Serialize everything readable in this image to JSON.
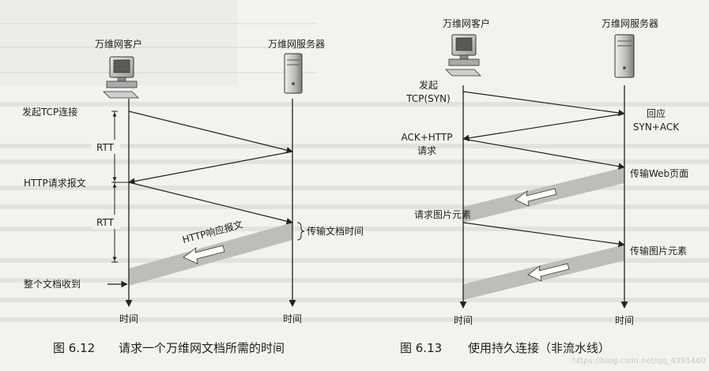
{
  "fig12": {
    "client_label": "万维网客户",
    "server_label": "万维网服务器",
    "tcp_label": "发起TCP连接",
    "rtt1": "RTT",
    "http_req_label": "HTTP请求报文",
    "rtt2": "RTT",
    "http_resp_label": "HTTP响应报文",
    "transfer_label": "传输文档时间",
    "received_label": "整个文档收到",
    "time_client": "时间",
    "time_server": "时间",
    "caption_no": "图 6.12",
    "caption": "请求一个万维网文档所需的时间"
  },
  "fig13": {
    "client_label": "万维网客户",
    "server_label": "万维网服务器",
    "syn_label_1": "发起",
    "syn_label_2": "TCP(SYN)",
    "reply_1": "回应",
    "reply_2": "SYN+ACK",
    "ack_1": "ACK+HTTP",
    "ack_2": "请求",
    "web_label": "传输Web页面",
    "req_img_label": "请求图片元素",
    "img_label": "传输图片元素",
    "time_client": "时间",
    "time_server": "时间",
    "caption_no": "图 6.13",
    "caption": "使用持久连接（非流水线）"
  },
  "watermark": "https://blog.csdn.net/qq_4391460"
}
